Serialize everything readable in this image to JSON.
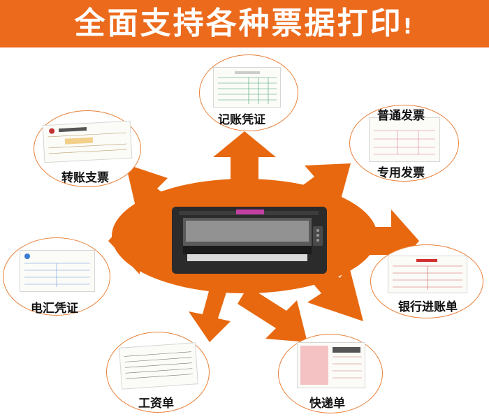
{
  "banner": {
    "title": "全面支持各种票据打印",
    "exclaim": "!"
  },
  "colors": {
    "banner": "#ec6a1c",
    "arrow": "#e8680f",
    "oval_border": "#e8813a",
    "printer_body": "#2b2b2b",
    "printer_badge": "#c23fa4"
  },
  "tickets": [
    {
      "id": "ledger",
      "label": "记账凭证"
    },
    {
      "id": "general-invoice",
      "label": "普通发票",
      "label2": "专用发票"
    },
    {
      "id": "bank-deposit",
      "label": "银行进账单"
    },
    {
      "id": "express",
      "label": "快递单"
    },
    {
      "id": "payroll",
      "label": "工资单"
    },
    {
      "id": "remittance",
      "label": "电汇凭证"
    },
    {
      "id": "check",
      "label": "转账支票"
    }
  ]
}
